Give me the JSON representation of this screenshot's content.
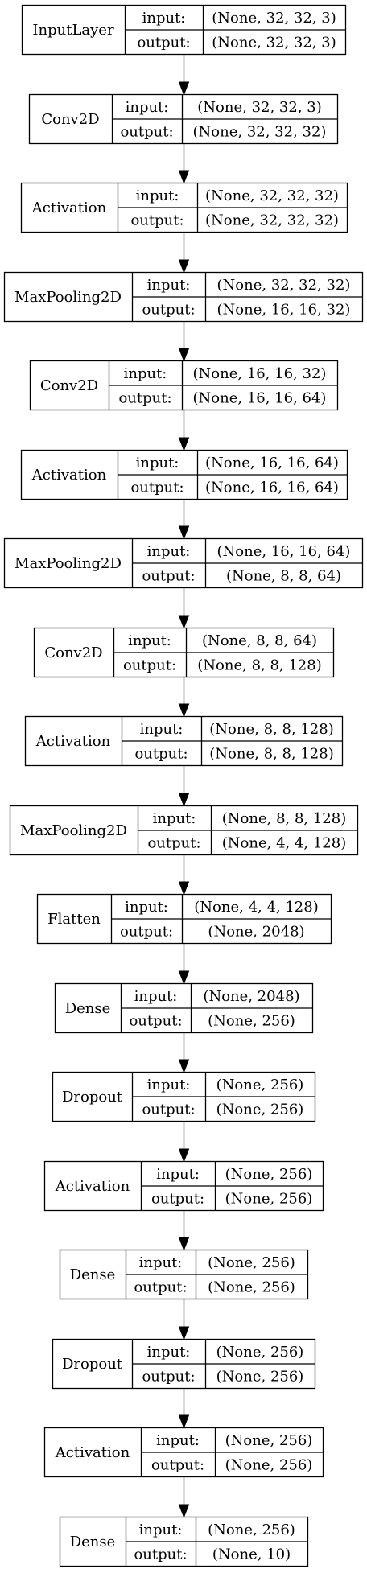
{
  "layers": [
    {
      "name": "InputLayer",
      "input": "(None, 32, 32, 3)",
      "output": "(None, 32, 32, 3)"
    },
    {
      "name": "Conv2D",
      "input": "(None, 32, 32, 3)",
      "output": "(None, 32, 32, 32)"
    },
    {
      "name": "Activation",
      "input": "(None, 32, 32, 32)",
      "output": "(None, 32, 32, 32)"
    },
    {
      "name": "MaxPooling2D",
      "input": "(None, 32, 32, 32)",
      "output": "(None, 16, 16, 32)"
    },
    {
      "name": "Conv2D",
      "input": "(None, 16, 16, 32)",
      "output": "(None, 16, 16, 64)"
    },
    {
      "name": "Activation",
      "input": "(None, 16, 16, 64)",
      "output": "(None, 16, 16, 64)"
    },
    {
      "name": "MaxPooling2D",
      "input": "(None, 16, 16, 64)",
      "output": "(None, 8, 8, 64)"
    },
    {
      "name": "Conv2D",
      "input": "(None, 8, 8, 64)",
      "output": "(None, 8, 8, 128)"
    },
    {
      "name": "Activation",
      "input": "(None, 8, 8, 128)",
      "output": "(None, 8, 8, 128)"
    },
    {
      "name": "MaxPooling2D",
      "input": "(None, 8, 8, 128)",
      "output": "(None, 4, 4, 128)"
    },
    {
      "name": "Flatten",
      "input": "(None, 4, 4, 128)",
      "output": "(None, 2048)"
    },
    {
      "name": "Dense",
      "input": "(None, 2048)",
      "output": "(None, 256)"
    },
    {
      "name": "Dropout",
      "input": "(None, 256)",
      "output": "(None, 256)"
    },
    {
      "name": "Activation",
      "input": "(None, 256)",
      "output": "(None, 256)"
    },
    {
      "name": "Dense",
      "input": "(None, 256)",
      "output": "(None, 256)"
    },
    {
      "name": "Dropout",
      "input": "(None, 256)",
      "output": "(None, 256)"
    },
    {
      "name": "Activation",
      "input": "(None, 256)",
      "output": "(None, 256)"
    },
    {
      "name": "Dense",
      "input": "(None, 256)",
      "output": "(None, 10)"
    }
  ],
  "port_labels": {
    "input": "input:",
    "output": "output:"
  },
  "colors": {
    "stroke": "#000000",
    "background": "#ffffff",
    "text": "#000000"
  }
}
